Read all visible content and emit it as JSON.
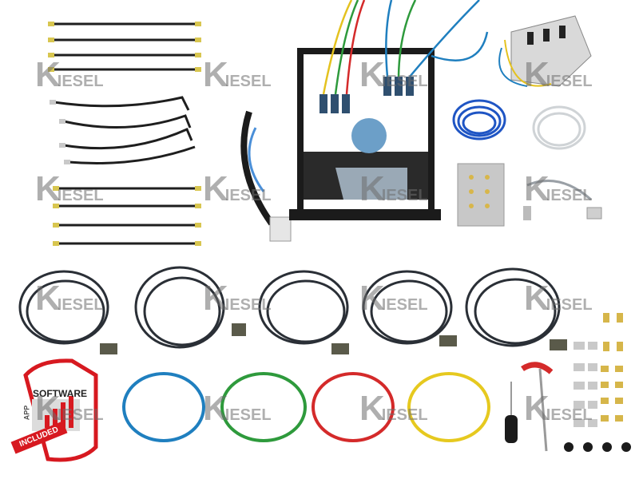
{
  "product": {
    "software_box_title": "SOFTWARE",
    "software_box_side_label": "APP",
    "software_badge": "INCLUDED"
  },
  "watermark": {
    "brand": "KIESEL",
    "initial": "K",
    "remainder": "IESEL"
  },
  "colors": {
    "hose_blue": "#1f7fbf",
    "hose_green": "#2e9a3c",
    "hose_red": "#d42a2a",
    "hose_yellow": "#e6c91f",
    "frame": "#1b1b1b",
    "badge_red": "#d71920"
  },
  "items": [
    "straight-hoses",
    "bent-hoses",
    "measuring-stand",
    "injector-rail-block",
    "blue-pneumatic-hose",
    "clear-hose",
    "adapter-plate",
    "connector-cable",
    "harness-cables",
    "colored-hose-loops",
    "screwdriver",
    "t-handle-key",
    "fittings-set",
    "software-box"
  ]
}
